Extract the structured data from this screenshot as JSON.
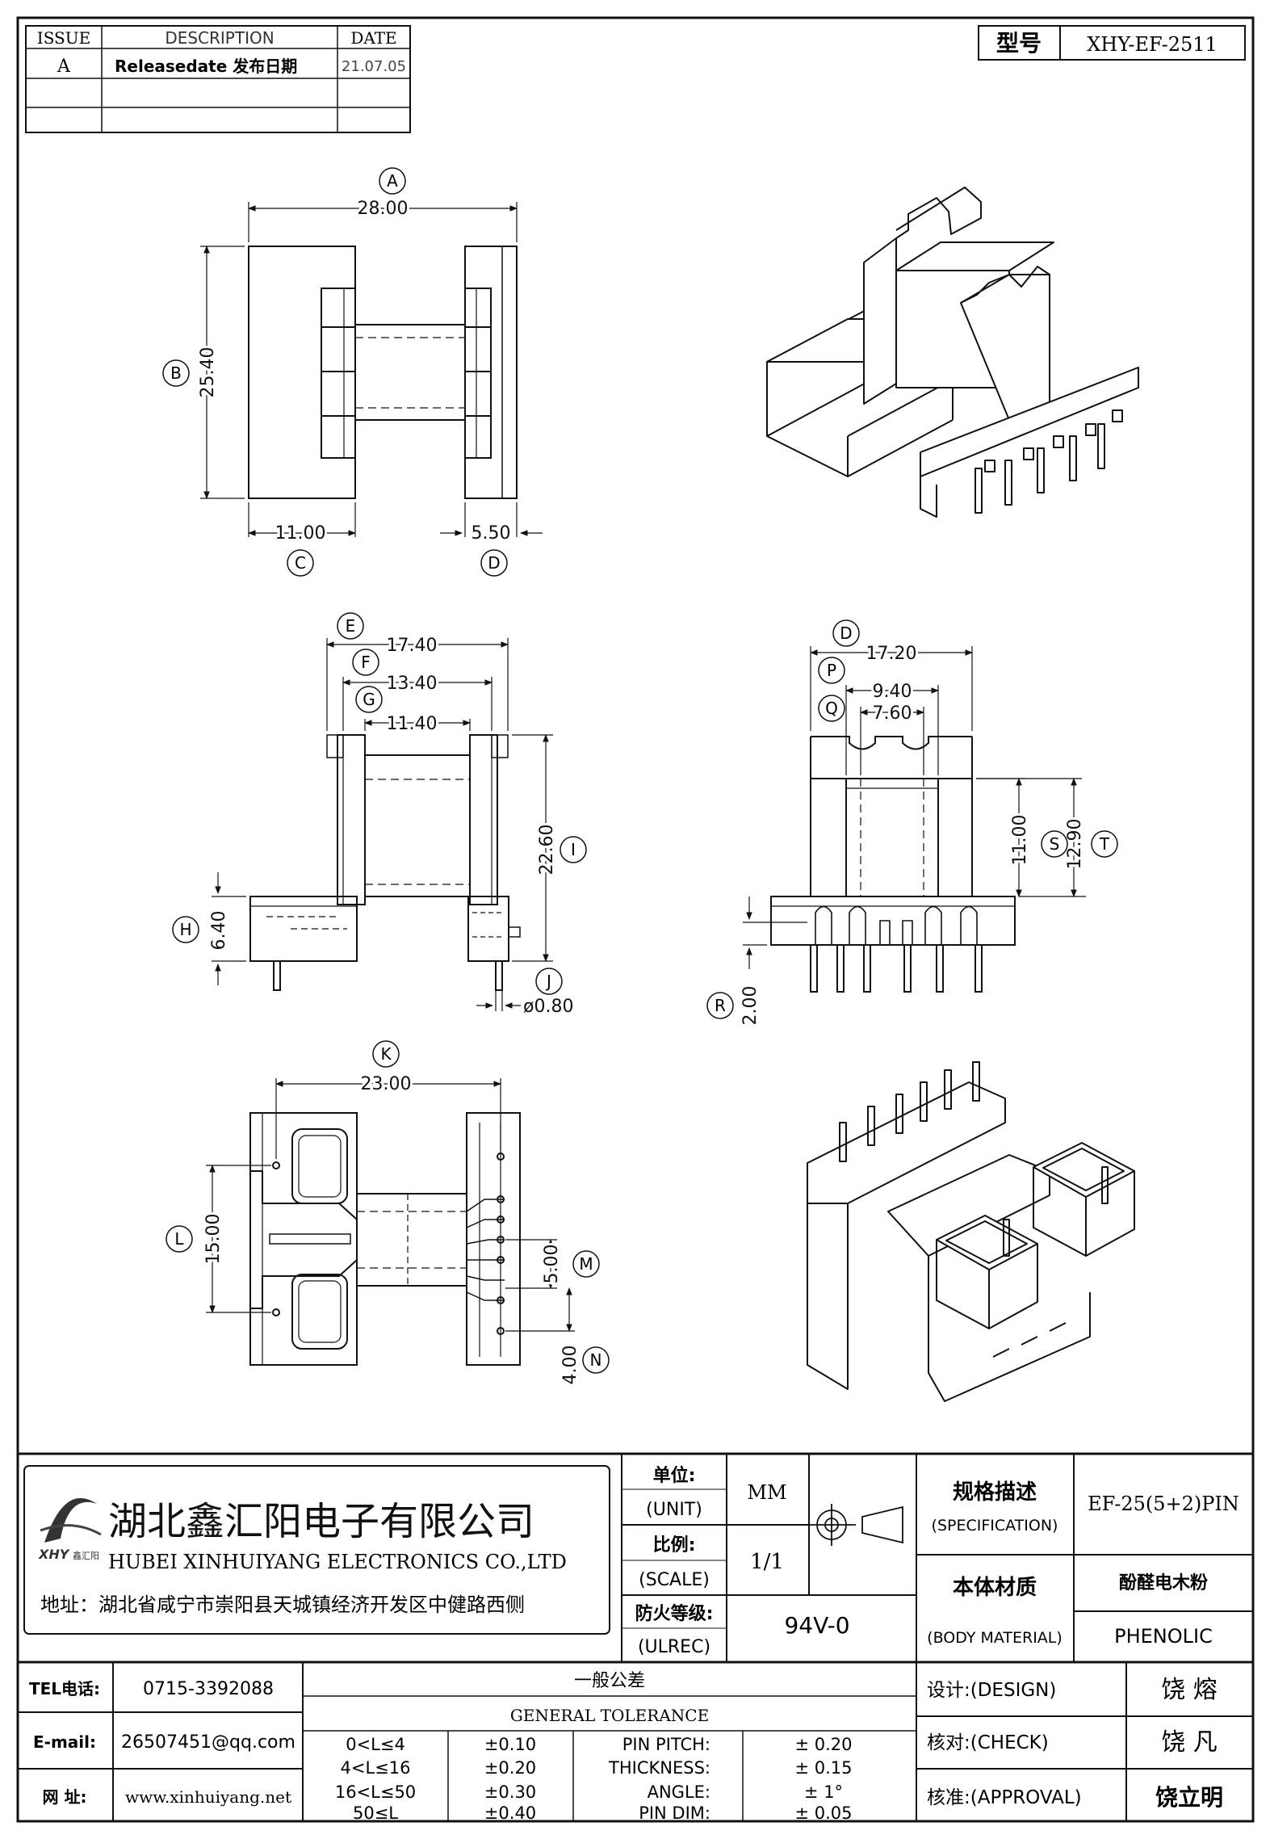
{
  "revision_table": {
    "headers": [
      "ISSUE",
      "DESCRIPTION",
      "DATE"
    ],
    "rows": [
      {
        "issue": "A",
        "description": "Releasedate 发布日期",
        "date": "21.07.05"
      }
    ]
  },
  "model": {
    "label": "型号",
    "value": "XHY-EF-2511"
  },
  "views": {
    "top": {
      "A": "28.00",
      "B": "25.40",
      "C": "11.00",
      "D": "5.50"
    },
    "front": {
      "E": "17.40",
      "F": "13.40",
      "G": "11.40",
      "I": "22.60",
      "H": "6.40",
      "J": "ø0.80"
    },
    "side": {
      "D": "17.20",
      "P": "9.40",
      "Q": "7.60",
      "S": "11.00",
      "T": "12.90",
      "R": "2.00"
    },
    "bottom": {
      "K": "23.00",
      "L": "15.00",
      "M": "5.00",
      "N": "4.00"
    }
  },
  "letters": [
    "A",
    "B",
    "C",
    "D",
    "E",
    "F",
    "G",
    "H",
    "I",
    "J",
    "K",
    "L",
    "M",
    "N",
    "P",
    "Q",
    "R",
    "S",
    "T"
  ],
  "company": {
    "name_cn": "湖北鑫汇阳电子有限公司",
    "name_en": "HUBEI XINHUIYANG ELECTRONICS CO.,LTD",
    "logo_text": "XHY",
    "logo_sub": "鑫汇阳",
    "address": "地址：湖北省咸宁市崇阳县天城镇经济开发区中健路西侧"
  },
  "title_block": {
    "unit_label": "单位:",
    "unit_en": "(UNIT)",
    "unit_value": "MM",
    "scale_label": "比例:",
    "scale_en": "(SCALE)",
    "scale_value": "1/1",
    "fire_label": "防火等级:",
    "fire_en": "(ULREC)",
    "fire_value": "94V-0",
    "spec_label": "规格描述",
    "spec_en": "(SPECIFICATION)",
    "spec_value": "EF-25(5+2)PIN",
    "mat_label": "本体材质",
    "mat_en": "(BODY MATERIAL)",
    "mat_cn": "酚醛电木粉",
    "mat_en_value": "PHENOLIC"
  },
  "contact": {
    "tel_label": "TEL电话:",
    "tel": "0715-3392088",
    "email_label": "E-mail:",
    "email": "26507451@qq.com",
    "web_label": "网  址:",
    "web": "www.xinhuiyang.net"
  },
  "tolerance": {
    "title_cn": "一般公差",
    "title_en": "GENERAL TOLERANCE",
    "rows": [
      {
        "range": "0<L≤4",
        "tol": "±0.10",
        "item": "PIN PITCH:",
        "val": "± 0.20"
      },
      {
        "range": "4<L≤16",
        "tol": "±0.20",
        "item": "THICKNESS:",
        "val": "± 0.15"
      },
      {
        "range": "16<L≤50",
        "tol": "±0.30",
        "item": "ANGLE:",
        "val": "± 1°"
      },
      {
        "range": "50≤L",
        "tol": "±0.40",
        "item": "PIN DIM:",
        "val": "± 0.05"
      }
    ]
  },
  "approvals": [
    {
      "label": "设计:(DESIGN)",
      "name": "饶 熔"
    },
    {
      "label": "核对:(CHECK)",
      "name": "饶 凡"
    },
    {
      "label": "核准:(APPROVAL)",
      "name": "饶立明"
    }
  ]
}
